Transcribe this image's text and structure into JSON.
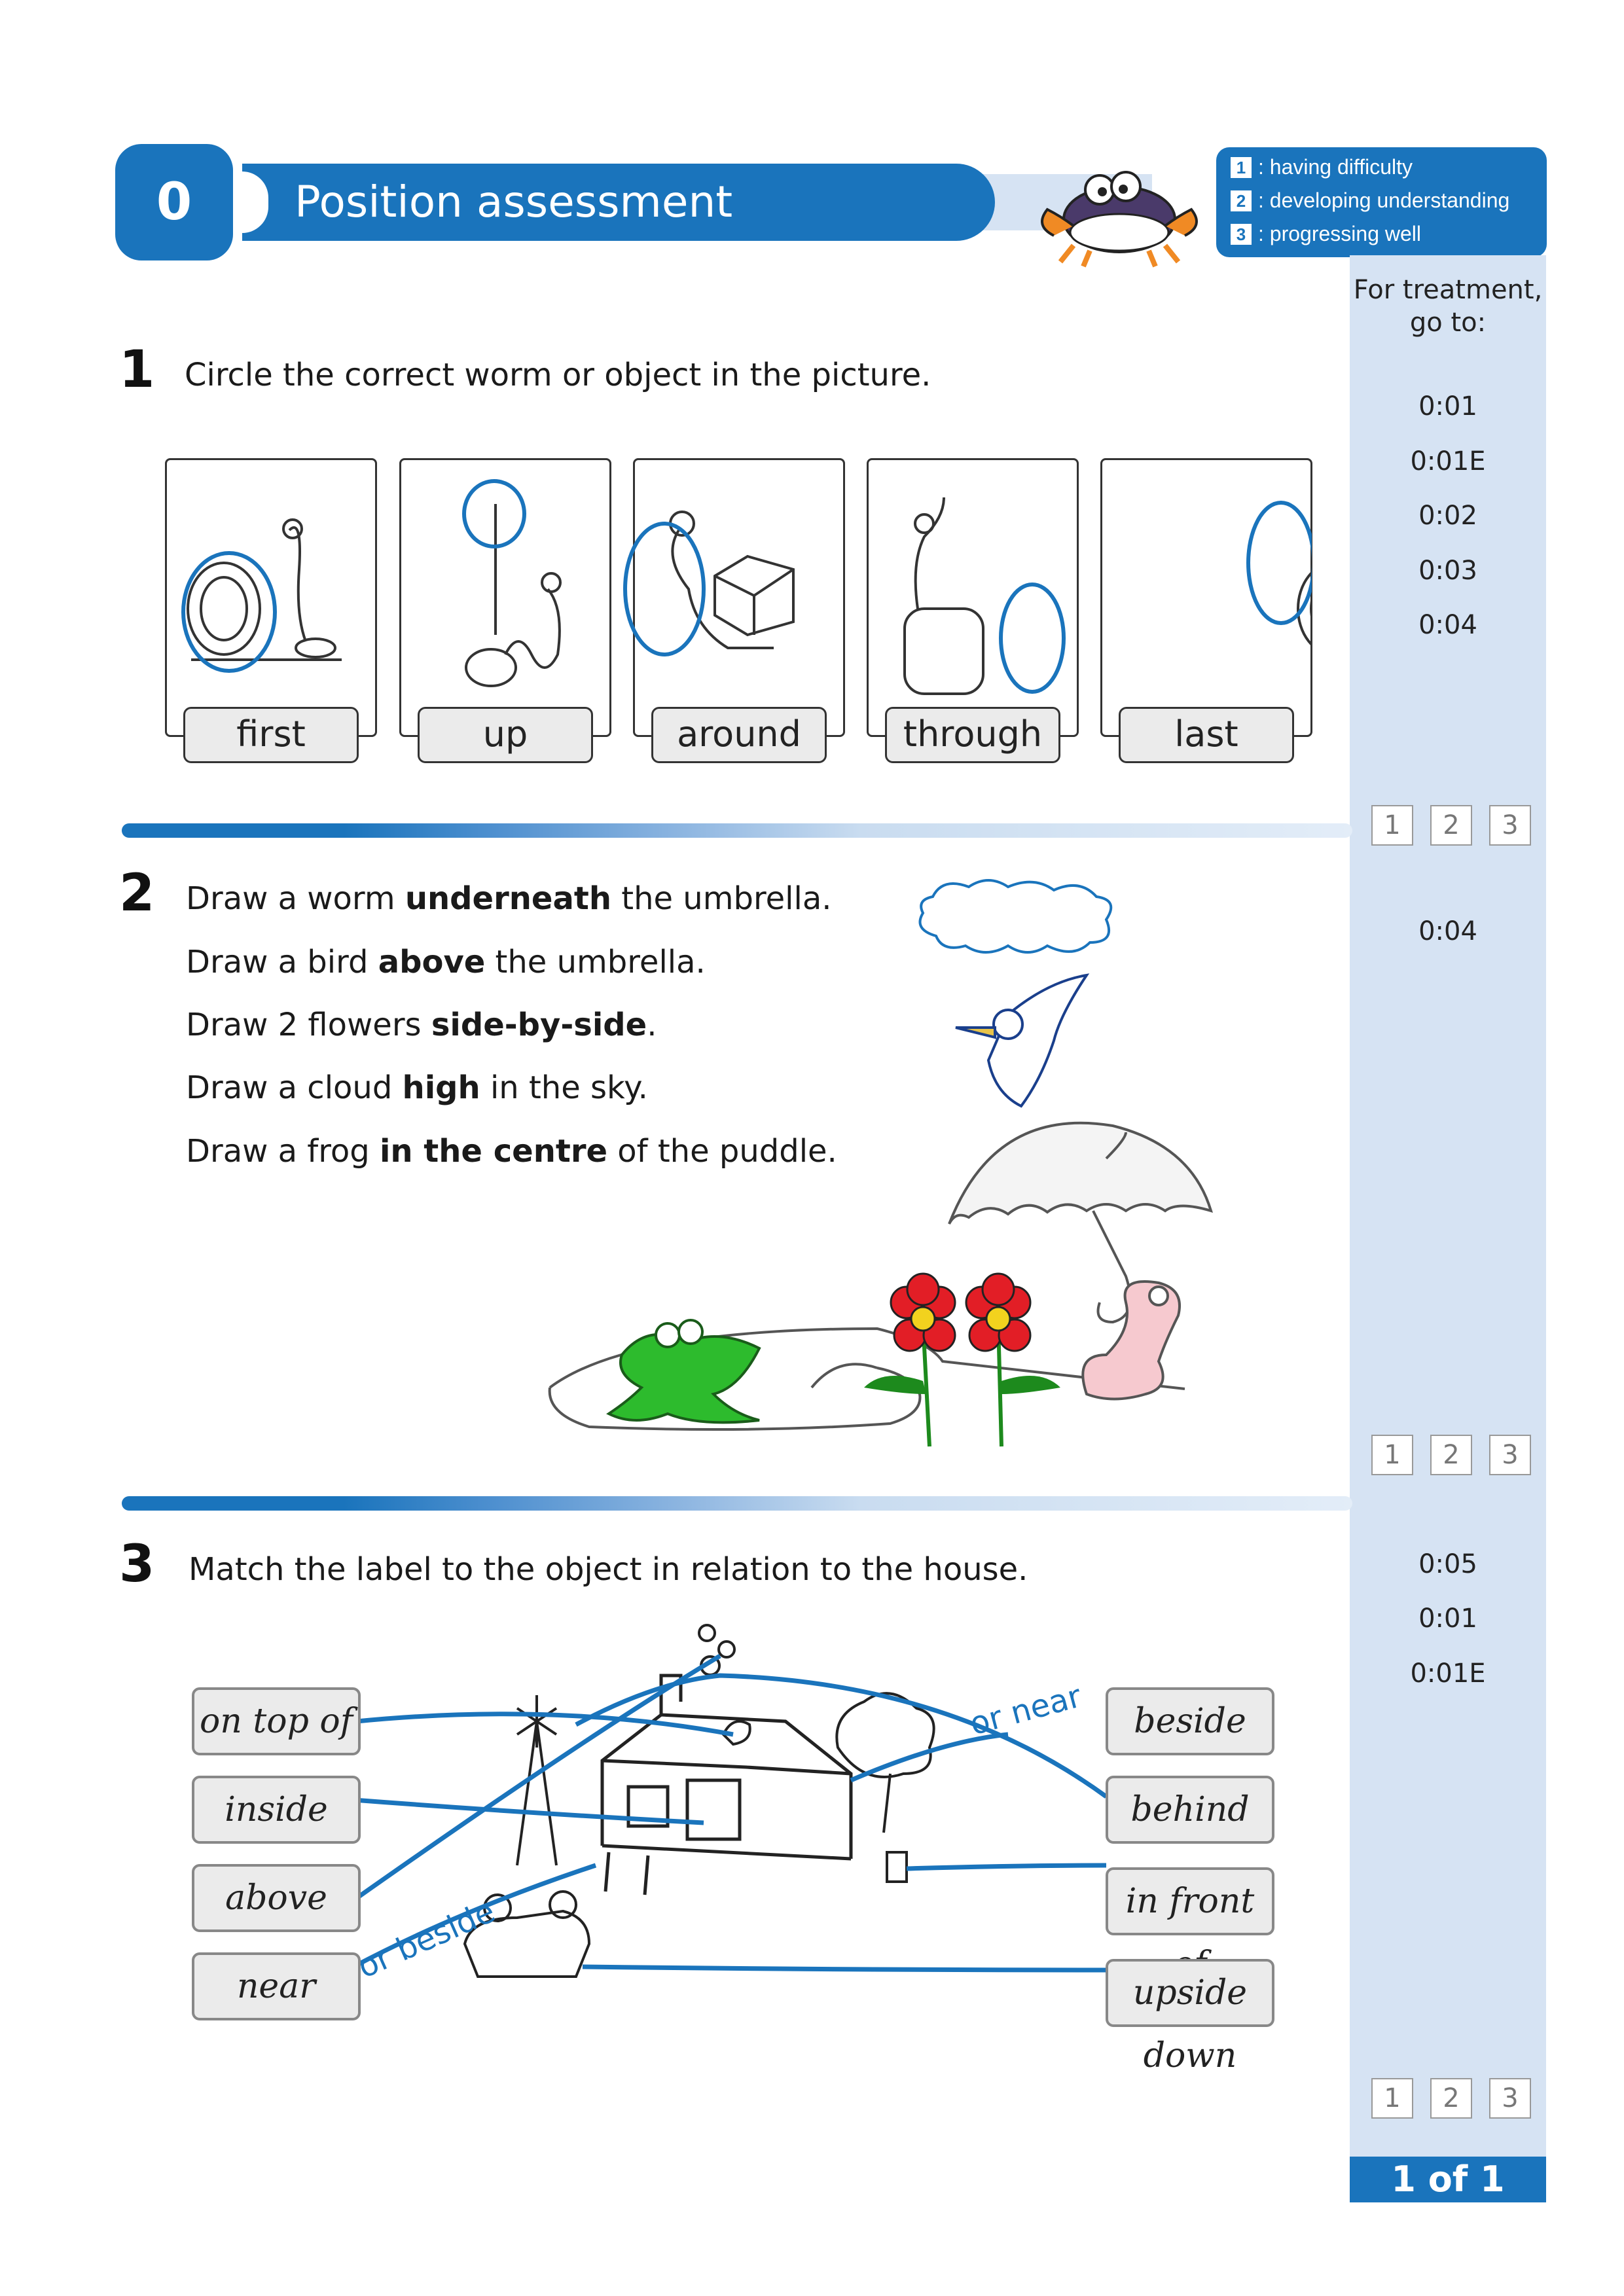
{
  "header": {
    "number": "0",
    "title": "Position assessment"
  },
  "legend": [
    {
      "num": "1",
      "text": ": having difficulty"
    },
    {
      "num": "2",
      "text": ": developing understanding"
    },
    {
      "num": "3",
      "text": ": progressing well"
    }
  ],
  "side": {
    "heading_line1": "For treatment,",
    "heading_line2": "go to:",
    "q1_codes": [
      "0:01",
      "0:01E",
      "0:02",
      "0:03",
      "0:04"
    ],
    "q2_codes": [
      "0:04"
    ],
    "q3_codes": [
      "0:05",
      "0:01",
      "0:01E"
    ],
    "scores": [
      "1",
      "2",
      "3"
    ],
    "page": "1 of 1"
  },
  "q1": {
    "number": "1",
    "instruction": "Circle the correct worm or object in the picture.",
    "labels": [
      "first",
      "up",
      "around",
      "through",
      "last"
    ]
  },
  "q2": {
    "number": "2",
    "lines": [
      {
        "pre": "Draw a worm ",
        "bold": "underneath",
        "post": " the umbrella."
      },
      {
        "pre": "Draw a bird ",
        "bold": "above",
        "post": " the umbrella."
      },
      {
        "pre": "Draw 2 flowers ",
        "bold": "side-by-side",
        "post": "."
      },
      {
        "pre": "Draw a cloud ",
        "bold": "high",
        "post": " in the sky."
      },
      {
        "pre": "Draw a frog ",
        "bold": "in the centre",
        "post": " of the puddle."
      }
    ]
  },
  "q3": {
    "number": "3",
    "instruction": "Match the label to the object in relation to the house.",
    "left_labels": [
      "on top of",
      "inside",
      "above",
      "near"
    ],
    "right_labels": [
      "beside",
      "behind",
      "in front of",
      "upside down"
    ],
    "note_right": "or near",
    "note_left": "or beside"
  },
  "colors": {
    "brand": "#1a74bc",
    "side": "#d6e3f3"
  }
}
